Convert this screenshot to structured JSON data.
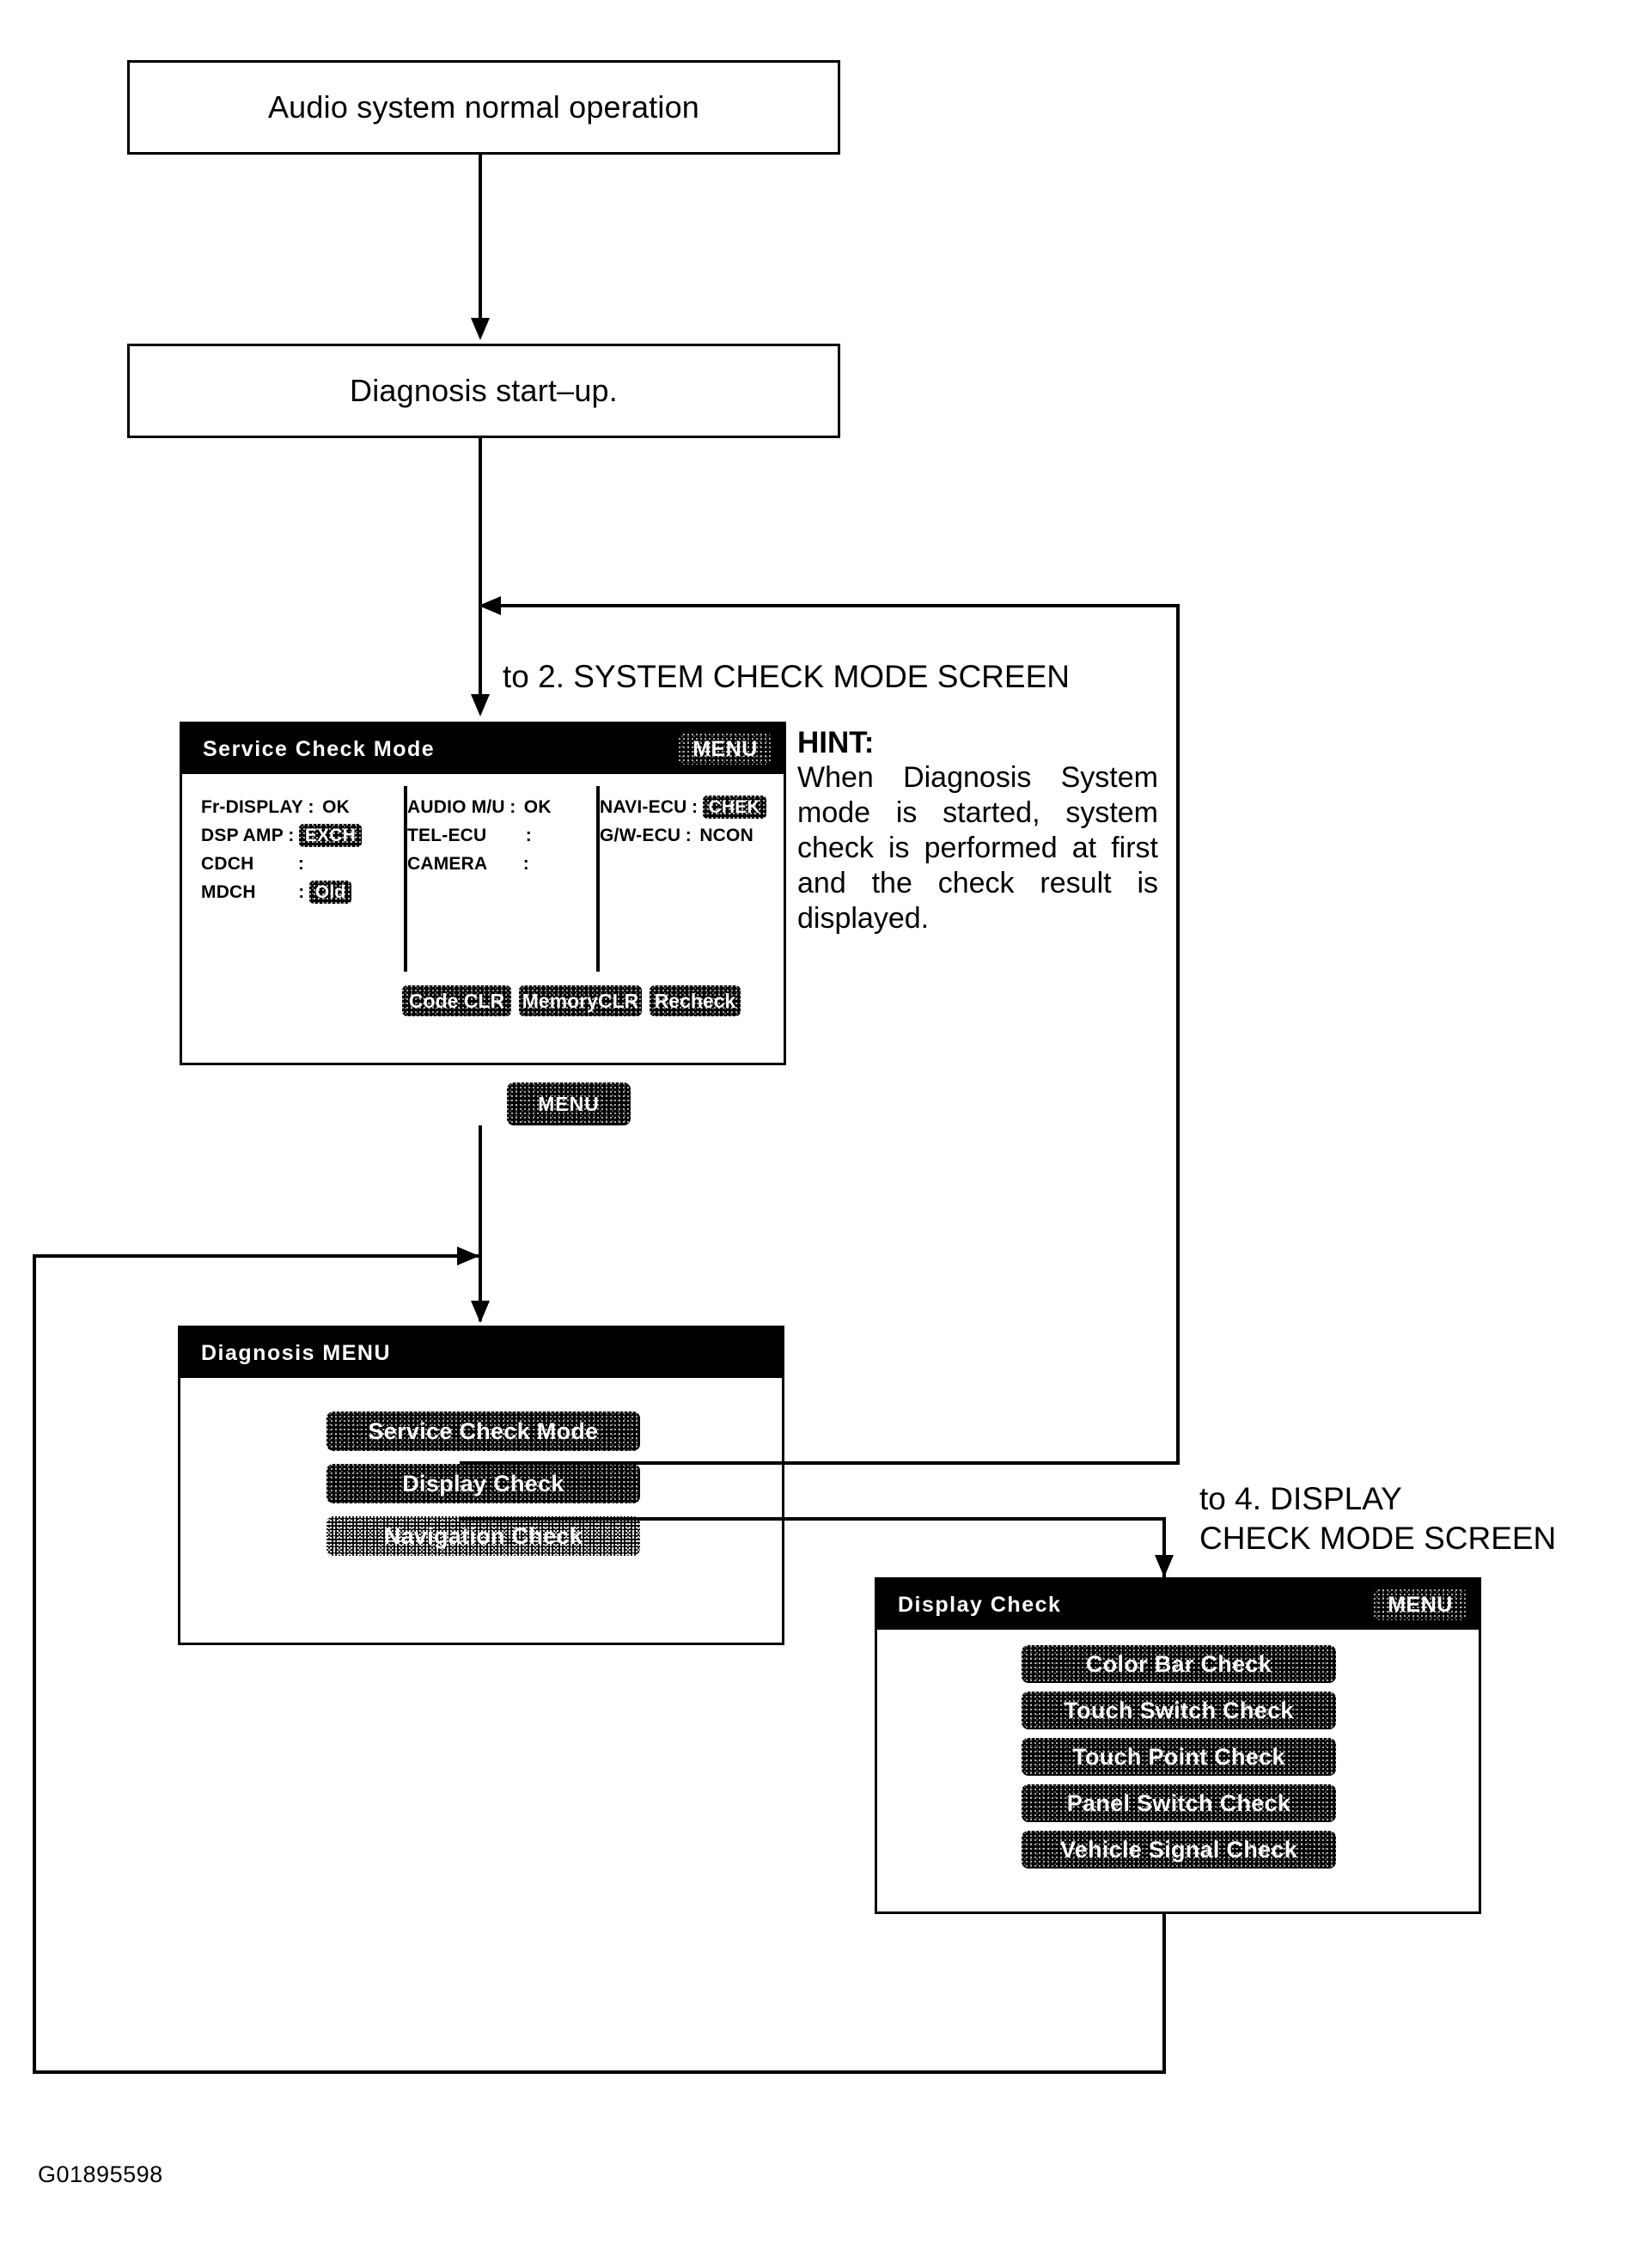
{
  "diagram": {
    "footer_code": "G01895598",
    "boxes": {
      "normal_operation": "Audio system normal operation",
      "diagnosis_startup": "Diagnosis start–up."
    },
    "flow_labels": {
      "to_system_check": "to 2. SYSTEM CHECK MODE SCREEN",
      "to_display_check": "to 4. DISPLAY\nCHECK MODE SCREEN"
    },
    "hint": {
      "title": "HINT:",
      "body": "When Diagnosis System mode is started, system check is performed at first and the check result is displayed."
    }
  },
  "service_check_screen": {
    "title": "Service  Check  Mode",
    "menu_key": "MENU",
    "columns": [
      {
        "rows": [
          {
            "name": "Fr-DISPLAY",
            "colon": ":",
            "value": "OK",
            "highlighted": false
          },
          {
            "name": "DSP AMP",
            "colon": ":",
            "value": "EXCH",
            "highlighted": true
          },
          {
            "name": "CDCH",
            "colon": ":",
            "value": "",
            "highlighted": false
          },
          {
            "name": "MDCH",
            "colon": ":",
            "value": "Old",
            "highlighted": true
          }
        ]
      },
      {
        "rows": [
          {
            "name": "AUDIO M/U",
            "colon": ":",
            "value": "OK",
            "highlighted": false
          },
          {
            "name": "TEL-ECU",
            "colon": ":",
            "value": "",
            "highlighted": false
          },
          {
            "name": "CAMERA",
            "colon": ":",
            "value": "",
            "highlighted": false
          }
        ]
      },
      {
        "rows": [
          {
            "name": "NAVI-ECU",
            "colon": ":",
            "value": "CHEK",
            "highlighted": true
          },
          {
            "name": "G/W-ECU",
            "colon": ":",
            "value": "NCON",
            "highlighted": false
          }
        ]
      }
    ],
    "soft_keys": [
      "Code CLR",
      "MemoryCLR",
      "Recheck"
    ],
    "external_menu_key": "MENU"
  },
  "diagnosis_menu_screen": {
    "title": "Diagnosis  MENU",
    "items": [
      "Service Check Mode",
      "Display Check",
      "Navigation Check"
    ]
  },
  "display_check_screen": {
    "title": "Display Check",
    "menu_key": "MENU",
    "items": [
      "Color Bar Check",
      "Touch Switch Check",
      "Touch Point Check",
      "Panel Switch Check",
      "Vehicle Signal Check"
    ]
  }
}
